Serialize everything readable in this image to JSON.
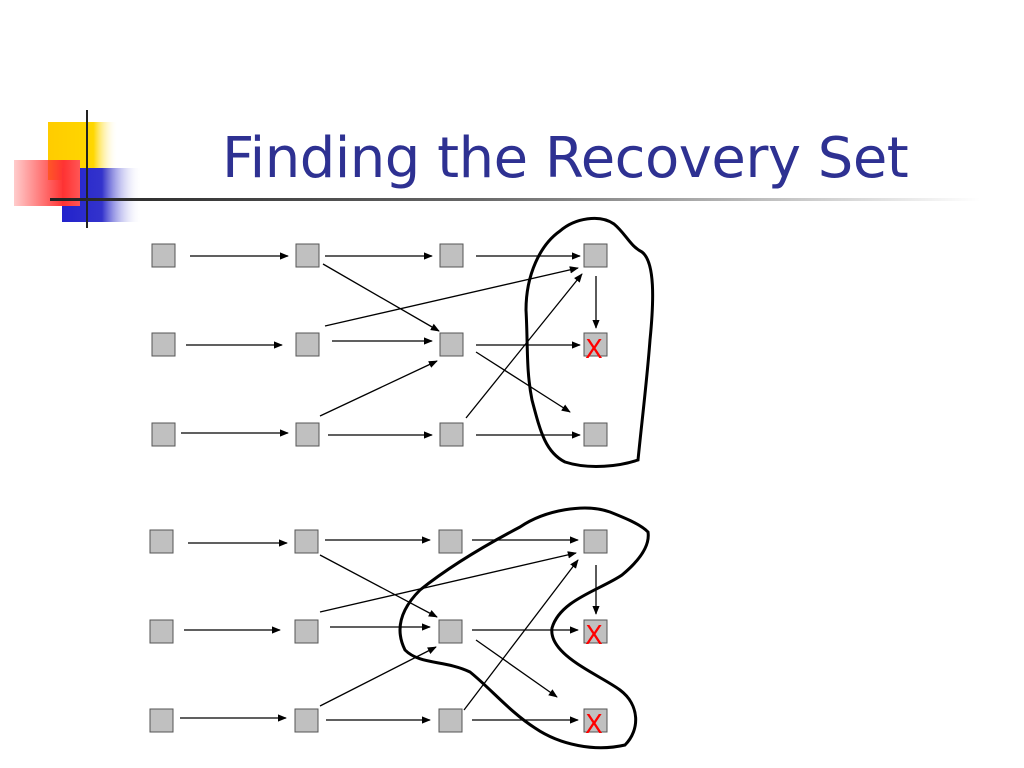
{
  "slide": {
    "title": "Finding the Recovery Set"
  },
  "diagrams": [
    {
      "id": "top",
      "failed_marks": [
        {
          "node": "r1c3",
          "label": "X"
        }
      ]
    },
    {
      "id": "bottom",
      "failed_marks": [
        {
          "node": "r1c3",
          "label": "X"
        },
        {
          "node": "r2c3",
          "label": "X"
        }
      ]
    }
  ],
  "colors": {
    "title": "#2e3192",
    "node_fill": "#c0c0c0",
    "node_stroke": "#555555",
    "arrow": "#000000",
    "outline": "#000000",
    "failure_mark": "#ff0000",
    "accent_yellow": "#ffcc00",
    "accent_red": "#ff3333",
    "accent_blue": "#3333cc"
  }
}
